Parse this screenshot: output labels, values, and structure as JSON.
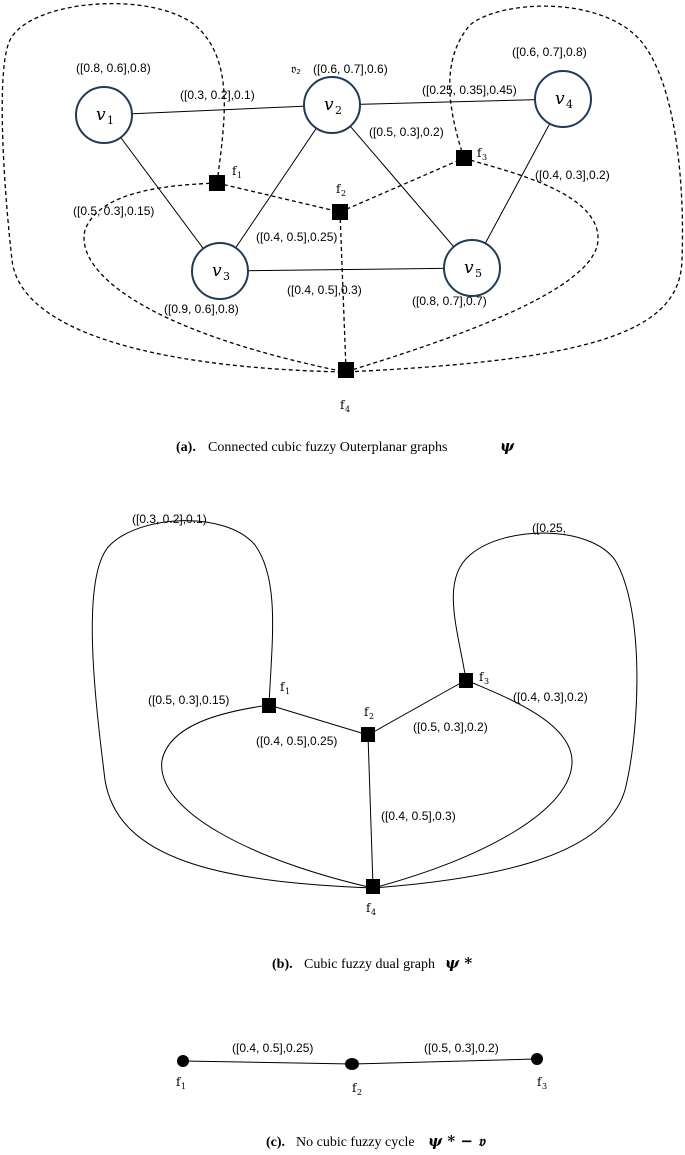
{
  "figure_a": {
    "caption_tag": "(a).",
    "caption_text": "Connected cubic fuzzy Outerplanar graphs",
    "caption_symbol": "ψ",
    "vertices": [
      {
        "name": "v",
        "sub": "1",
        "label": "([0.8, 0.6],0.8)"
      },
      {
        "name": "v",
        "sub": "2",
        "label": "([0.6, 0.7],0.6)",
        "label_prefix": "𝔳₂"
      },
      {
        "name": "v",
        "sub": "3",
        "label": "([0.9, 0.6],0.8)"
      },
      {
        "name": "v",
        "sub": "4",
        "label": "([0.6, 0.7],0.8)"
      },
      {
        "name": "v",
        "sub": "5",
        "label": "([0.8, 0.7],0.7)"
      }
    ],
    "edges": [
      {
        "from": "v1",
        "to": "v2",
        "label": "([0.3, 0.2],0.1)"
      },
      {
        "from": "v2",
        "to": "v4",
        "label": "([0.25, 0.35],0.45)"
      },
      {
        "from": "v1",
        "to": "v3",
        "label": "([0.5, 0.3],0.15)"
      },
      {
        "from": "v2",
        "to": "v3",
        "label": "([0.4, 0.5],0.25)"
      },
      {
        "from": "v2",
        "to": "v5",
        "label": "([0.5, 0.3],0.2)"
      },
      {
        "from": "v4",
        "to": "v5",
        "label": "([0.4, 0.3],0.2)"
      },
      {
        "from": "v3",
        "to": "v5",
        "label": "([0.4, 0.5],0.3)"
      }
    ],
    "faces": [
      {
        "name": "f",
        "sub": "1"
      },
      {
        "name": "f",
        "sub": "2"
      },
      {
        "name": "f",
        "sub": "3"
      },
      {
        "name": "f",
        "sub": "4"
      }
    ]
  },
  "figure_b": {
    "caption_tag": "(b).",
    "caption_text": "Cubic fuzzy dual graph",
    "caption_symbol": "ψ *",
    "edge_labels": [
      "([0.3, 0.2],0.1)",
      "([0.25,",
      "([0.5, 0.3],0.15)",
      "([0.4, 0.5],0.25)",
      "([0.5, 0.3],0.2)",
      "([0.4, 0.3],0.2)",
      "([0.4, 0.5],0.3)"
    ],
    "faces": [
      {
        "name": "f",
        "sub": "1"
      },
      {
        "name": "f",
        "sub": "2"
      },
      {
        "name": "f",
        "sub": "3"
      },
      {
        "name": "f",
        "sub": "4"
      }
    ]
  },
  "figure_c": {
    "caption_tag": "(c).",
    "caption_text": "No cubic fuzzy cycle",
    "caption_symbol": "ψ * − 𝔳",
    "edge_labels": [
      "([0.4, 0.5],0.25)",
      "([0.5, 0.3],0.2)"
    ],
    "faces": [
      {
        "name": "f",
        "sub": "1"
      },
      {
        "name": "f",
        "sub": "2"
      },
      {
        "name": "f",
        "sub": "3"
      }
    ]
  }
}
